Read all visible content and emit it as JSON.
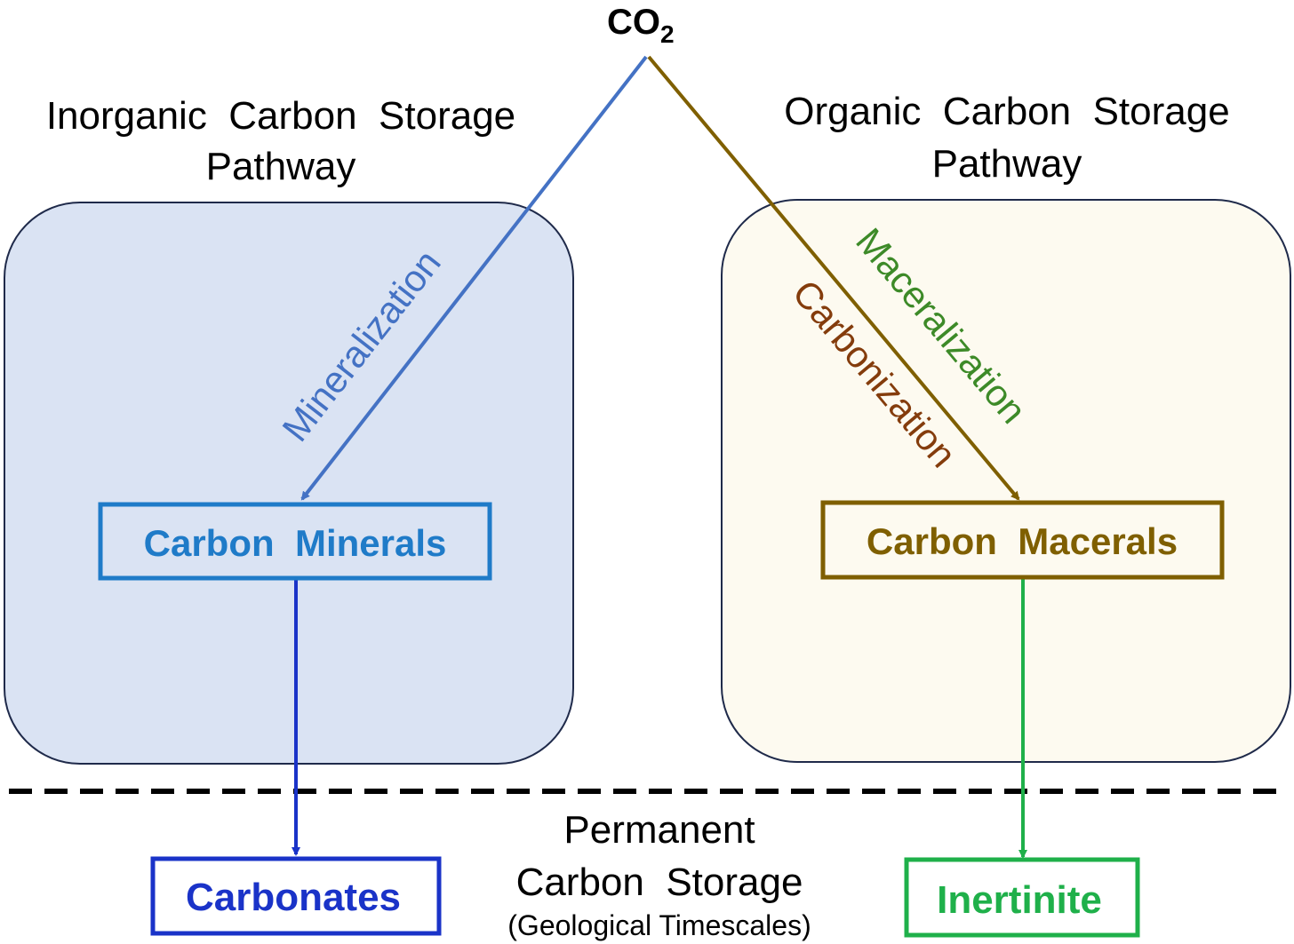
{
  "source": {
    "formula_main": "CO",
    "formula_sub": "2"
  },
  "pathways": {
    "inorganic": {
      "title_line1": "Inorganic  Carbon  Storage",
      "title_line2": "Pathway",
      "process": "Mineralization",
      "intermediate": "Carbon  Minerals",
      "final": "Carbonates"
    },
    "organic": {
      "title_line1": "Organic  Carbon  Storage",
      "title_line2": "Pathway",
      "process_1": "Maceralization",
      "process_2": "Carbonization",
      "intermediate": "Carbon  Macerals",
      "final": "Inertinite"
    }
  },
  "permanent": {
    "line1": "Permanent",
    "line2": "Carbon  Storage",
    "line3": "(Geological Timescales)"
  },
  "colors": {
    "inorganic_panel_fill": "#dae3f3",
    "organic_panel_fill": "#fdfaf0",
    "panel_border": "#1f2a4a",
    "mineralization_arrow": "#4472c4",
    "mineral_box": "#1f7bc8",
    "carbonates": "#1a33c8",
    "carbonation_arrow": "#1a33c8",
    "maceral_arrow": "#7f5f00",
    "maceral_box": "#7f5f00",
    "maceralization_text": "#3d8a28",
    "carbonization_text": "#843c0c",
    "inertinite": "#1fb04a",
    "dashed_line": "#000000"
  }
}
